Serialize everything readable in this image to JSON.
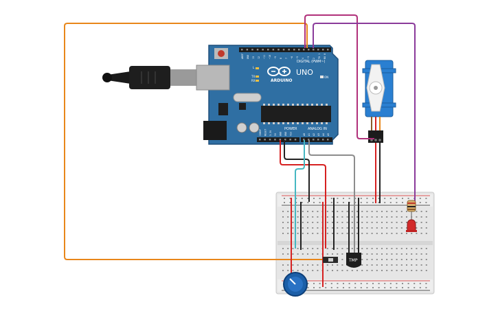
{
  "arduino": {
    "brand": "ARDUINO",
    "model": "UNO",
    "digital_header": "DIGITAL (PWM~)",
    "power_header": "POWER",
    "analog_header": "ANALOG IN",
    "on_label": "ON",
    "l_label": "L",
    "tx_label": "TX",
    "rx_label": "RX",
    "digital_pins": [
      "AREF",
      "GND",
      "13",
      "12",
      "~11",
      "~10",
      "~9",
      "8",
      "7",
      "~6",
      "~5",
      "4",
      "~3",
      "2",
      "TX 1",
      "RX 0"
    ],
    "power_pins": [
      "IOREF",
      "RESET",
      "3.3V",
      "5V",
      "GND",
      "GND",
      "Vin"
    ],
    "analog_pins": [
      "A0",
      "A1",
      "A2",
      "A3",
      "A4",
      "A5"
    ]
  },
  "tmp_sensor": {
    "label": "TMP"
  },
  "colors": {
    "board": "#2f6fa3",
    "board_edge": "#1f4f7a",
    "wire_orange": "#e8861a",
    "wire_magenta": "#b0307a",
    "wire_purple": "#8a3a9a",
    "wire_red": "#d62020",
    "wire_black": "#222222",
    "wire_teal": "#45b7c2",
    "wire_gray": "#8c8c8c",
    "breadboard": "#e8e8e8",
    "servo": "#2a7fd1",
    "led": "#d22a2a",
    "knob": "#1c5fa8"
  }
}
